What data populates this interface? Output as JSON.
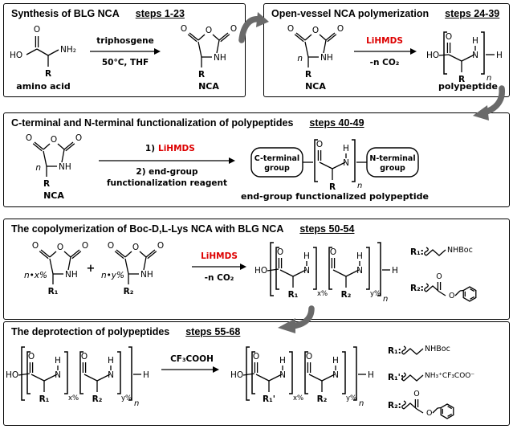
{
  "colors": {
    "reagent_red": "#dd0000",
    "flow_arrow_gray": "#6a6a6a",
    "border_black": "#000000"
  },
  "atoms": {
    "HO": "HO",
    "O": "O",
    "N": "N",
    "H": "H",
    "NH": "NH",
    "NH2": "NH₂",
    "R": "R",
    "R1": "R₁",
    "R2": "R₂",
    "R1_prime": "R₁'",
    "n": "n",
    "x_pct": "x%",
    "y_pct": "y%",
    "plus": "+",
    "coef_x": "n•x%",
    "coef_y": "n•y%"
  },
  "groups": {
    "NHBoc": "NHBoc",
    "ammonium_tfa": "NH₃⁺CF₃COO⁻"
  },
  "panel1": {
    "title": "Synthesis of BLG NCA",
    "steps": "steps 1-23",
    "reagent_above": "triphosgene",
    "reagent_below": "50°C, THF",
    "caption_left": "amino acid",
    "caption_right": "NCA"
  },
  "panel2": {
    "title": "Open-vessel NCA polymerization",
    "steps": "steps 24-39",
    "reagent_above": "LiHMDS",
    "reagent_below": "-n CO₂",
    "caption_left": "NCA",
    "caption_right": "polypeptide"
  },
  "panel3": {
    "title": "C-terminal and N-terminal functionalization of polypeptides",
    "steps": "steps 40-49",
    "reagent1_prefix": "1)",
    "reagent1": "LiHMDS",
    "reagent2_line1": "2) end-group",
    "reagent2_line2": "functionalization reagent",
    "caption_left": "NCA",
    "caption_right": "end-group functionalized polypeptide",
    "c_terminal_line1": "C-terminal",
    "c_terminal_line2": "group",
    "n_terminal_line1": "N-terminal",
    "n_terminal_line2": "group"
  },
  "panel4": {
    "title": "The copolymerization of Boc-D,L-Lys NCA with BLG NCA",
    "steps": "steps 50-54",
    "reagent_above": "LiHMDS",
    "reagent_below": "-n CO₂",
    "r1_label": "R₁:",
    "r2_label": "R₂:"
  },
  "panel5": {
    "title": "The deprotection of polypeptides",
    "steps": "steps 55-68",
    "reagent_above": "CF₃COOH",
    "r1_label": "R₁:",
    "r1p_label": "R₁':",
    "r2_label": "R₂:"
  }
}
